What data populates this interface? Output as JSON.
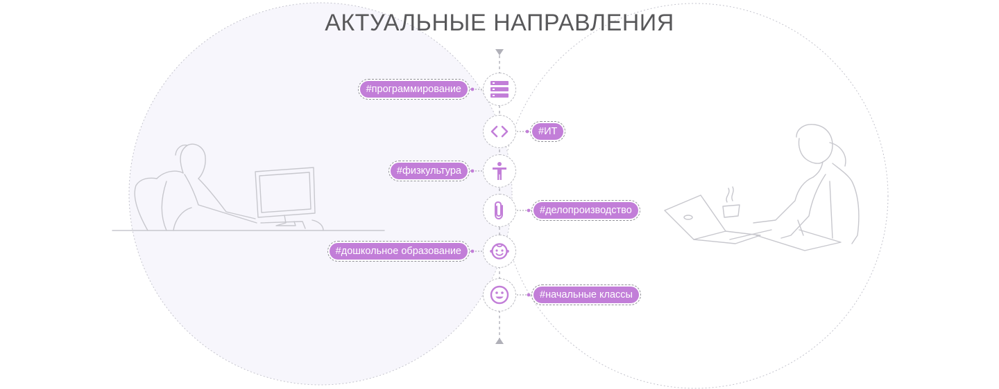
{
  "title": "АКТУАЛЬНЫЕ НАПРАВЛЕНИЯ",
  "colors": {
    "accent": "#c27ed8",
    "title": "#58585a",
    "left_circle_fill": "#f7f6fc",
    "line": "#bdbdc4"
  },
  "directions": [
    {
      "label": "#программирование",
      "icon": "server-icon",
      "side": "left"
    },
    {
      "label": "#ИТ",
      "icon": "code-icon",
      "side": "right"
    },
    {
      "label": "#физкультура",
      "icon": "person-icon",
      "side": "left"
    },
    {
      "label": "#делопроизводство",
      "icon": "paperclip-icon",
      "side": "right"
    },
    {
      "label": "#дошкольное образование",
      "icon": "baby-face-icon",
      "side": "left"
    },
    {
      "label": "#начальные классы",
      "icon": "smile-icon",
      "side": "right"
    }
  ],
  "illustrations": {
    "left": "man-at-computer-illustration",
    "right": "woman-with-laptop-illustration"
  }
}
